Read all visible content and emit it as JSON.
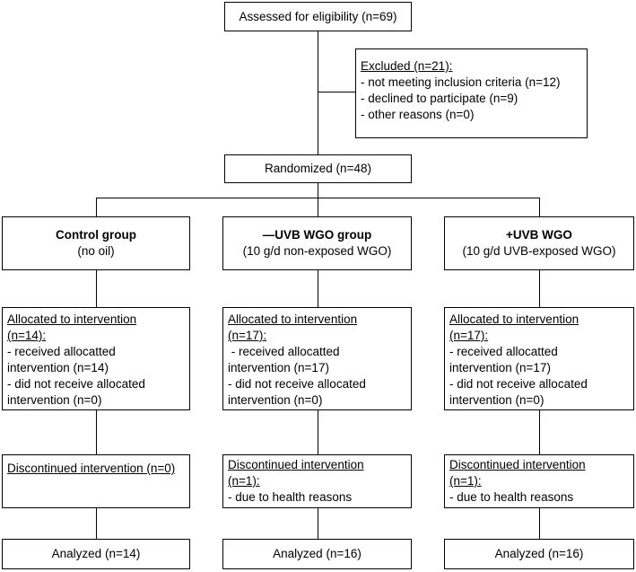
{
  "assessed": "Assessed for eligibility (n=69)",
  "excluded": {
    "title": "Excluded (n=21):",
    "items": [
      "- not meeting inclusion criteria (n=12)",
      "- declined to participate (n=9)",
      "- other reasons (n=0)"
    ]
  },
  "randomized": "Randomized (n=48)",
  "groups": [
    {
      "name": "Control group",
      "desc": "(no oil)",
      "alloc_title": "Allocated to intervention",
      "alloc_title2": "(n=14):",
      "alloc_received": "- received allocatted",
      "alloc_received2": "intervention (n=14)",
      "alloc_not": "- did not receive allocated",
      "alloc_not2": "intervention (n=0)",
      "disc_title": "Discontinued intervention (n=0)",
      "disc_title2": "",
      "disc_reason": "",
      "analyzed": "Analyzed (n=14)"
    },
    {
      "name": "—UVB WGO group",
      "desc": "(10 g/d non-exposed WGO)",
      "alloc_title": "Allocated to intervention",
      "alloc_title2": "(n=17):",
      "alloc_received": " - received allocatted",
      "alloc_received2": "intervention (n=17)",
      "alloc_not": "- did not receive allocated",
      "alloc_not2": "intervention (n=0)",
      "disc_title": "Discontinued intervention",
      "disc_title2": "(n=1):",
      "disc_reason": "- due to health reasons",
      "analyzed": "Analyzed (n=16)"
    },
    {
      "name": "+UVB WGO",
      "desc": "(10 g/d UVB-exposed WGO)",
      "alloc_title": "Allocated to intervention",
      "alloc_title2": "(n=17):",
      "alloc_received": "- received allocatted",
      "alloc_received2": "intervention (n=17)",
      "alloc_not": "- did not receive allocated",
      "alloc_not2": "intervention (n=0)",
      "disc_title": "Discontinued intervention",
      "disc_title2": "(n=1):",
      "disc_reason": "- due to health reasons",
      "analyzed": "Analyzed (n=16)"
    }
  ]
}
